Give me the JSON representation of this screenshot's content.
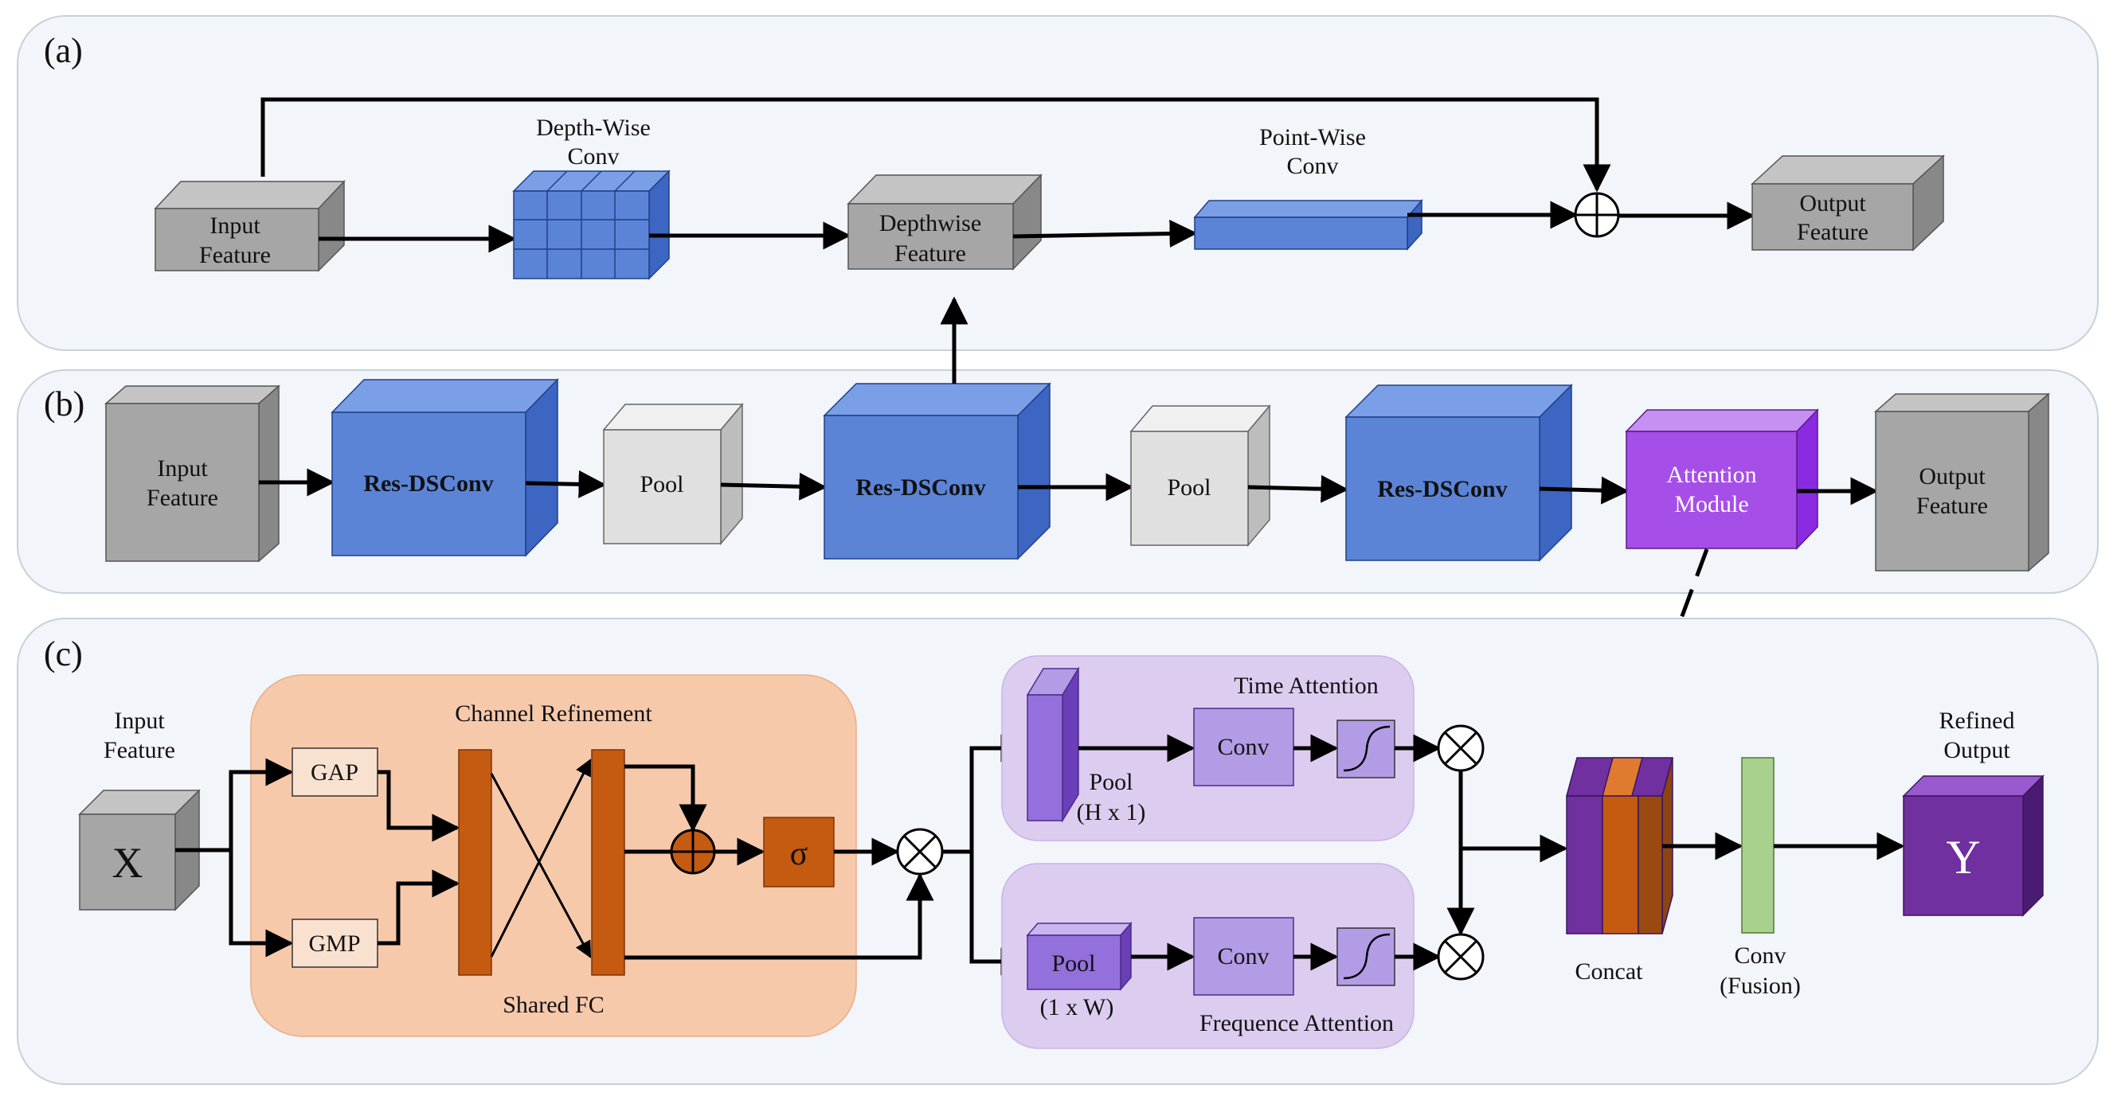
{
  "panel_a": {
    "tag": "(a)",
    "input_feature": [
      "Input",
      "Feature"
    ],
    "depthwise_conv": [
      "Depth-Wise",
      "Conv"
    ],
    "depthwise_feature": [
      "Depthwise",
      "Feature"
    ],
    "pointwise_conv": [
      "Point-Wise",
      "Conv"
    ],
    "output_feature": [
      "Output",
      "Feature"
    ]
  },
  "panel_b": {
    "tag": "(b)",
    "input_feature": [
      "Input",
      "Feature"
    ],
    "res_dsconv_1": "Res-DSConv",
    "pool_1": "Pool",
    "res_dsconv_2": "Res-DSConv",
    "pool_2": "Pool",
    "res_dsconv_3": "Res-DSConv",
    "attention_module": [
      "Attention",
      "Module"
    ],
    "output_feature": [
      "Output",
      "Feature"
    ]
  },
  "panel_c": {
    "tag": "(c)",
    "input_feature": [
      "Input",
      "Feature"
    ],
    "x_symbol": "X",
    "channel_refinement": "Channel Refinement",
    "gap": "GAP",
    "gmp": "GMP",
    "shared_fc": "Shared FC",
    "sigma": "σ",
    "time_attention": "Time Attention",
    "pool_time": [
      "Pool",
      "(H x 1)"
    ],
    "conv_time": "Conv",
    "pool_freq": "Pool",
    "pool_freq_dims": "(1 x W)",
    "conv_freq": "Conv",
    "frequence_attention": "Frequence Attention",
    "concat": "Concat",
    "conv_fusion": [
      "Conv",
      "(Fusion)"
    ],
    "refined_output": [
      "Refined",
      "Output"
    ],
    "y_symbol": "Y"
  },
  "colors": {
    "panel_bg": "#f2f5f9",
    "panel_border": "#c8d0d9",
    "gray_box": "#a6a6a6",
    "light_gray_box": "#e0e0e0",
    "blue_box": "#5b84d6",
    "purple_attention": "#a64ee8",
    "orange_bg": "#f7c9ab",
    "orange_box": "#c55a11",
    "lavender_bg": "#dccdf0",
    "lavender_box": "#b39ce6",
    "dark_purple": "#7030a0",
    "green_conv": "#a9d18e"
  }
}
